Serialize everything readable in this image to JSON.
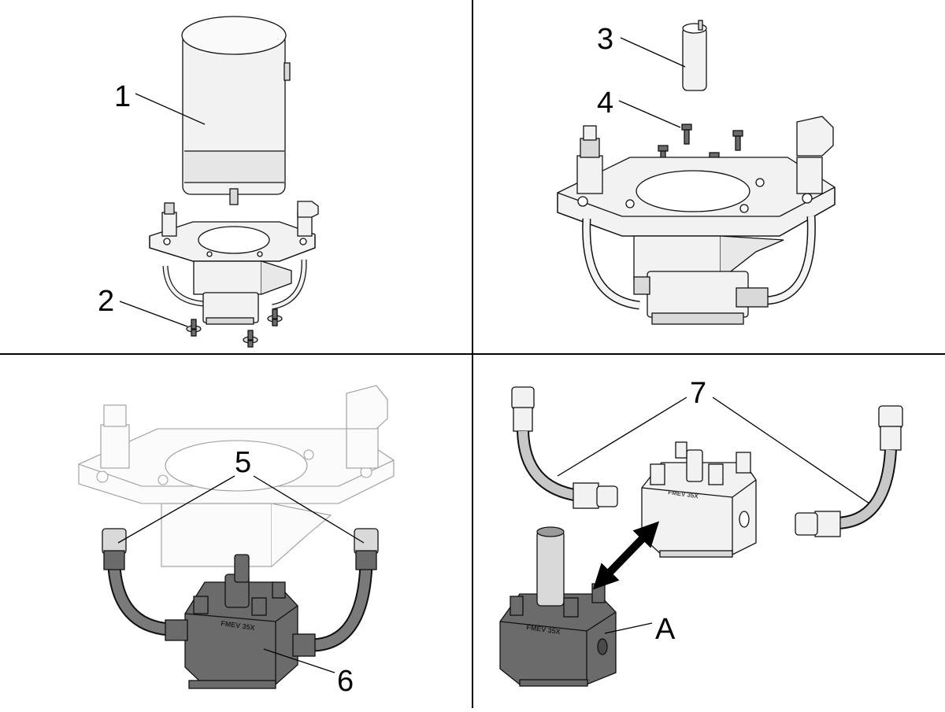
{
  "figure": {
    "panels": [
      {
        "id": "top-left",
        "callouts": [
          "1",
          "2"
        ]
      },
      {
        "id": "top-right",
        "callouts": [
          "3",
          "4"
        ]
      },
      {
        "id": "bottom-left",
        "callouts": [
          "5",
          "6"
        ]
      },
      {
        "id": "bottom-right",
        "callouts": [
          "7",
          "A"
        ]
      }
    ],
    "labels": {
      "c1": "1",
      "c2": "2",
      "c3": "3",
      "c4": "4",
      "c5": "5",
      "c6": "6",
      "c7": "7",
      "cA": "A"
    },
    "body_marking": "FMEV 35X",
    "arrow": "double-headed exchange arrow",
    "colors": {
      "line": "#111111",
      "light_part": "#f2f2f2",
      "grey_part": "#d9d9d9",
      "dark_part": "#6b6b6b",
      "faded_part": "#9a9a9a"
    }
  }
}
